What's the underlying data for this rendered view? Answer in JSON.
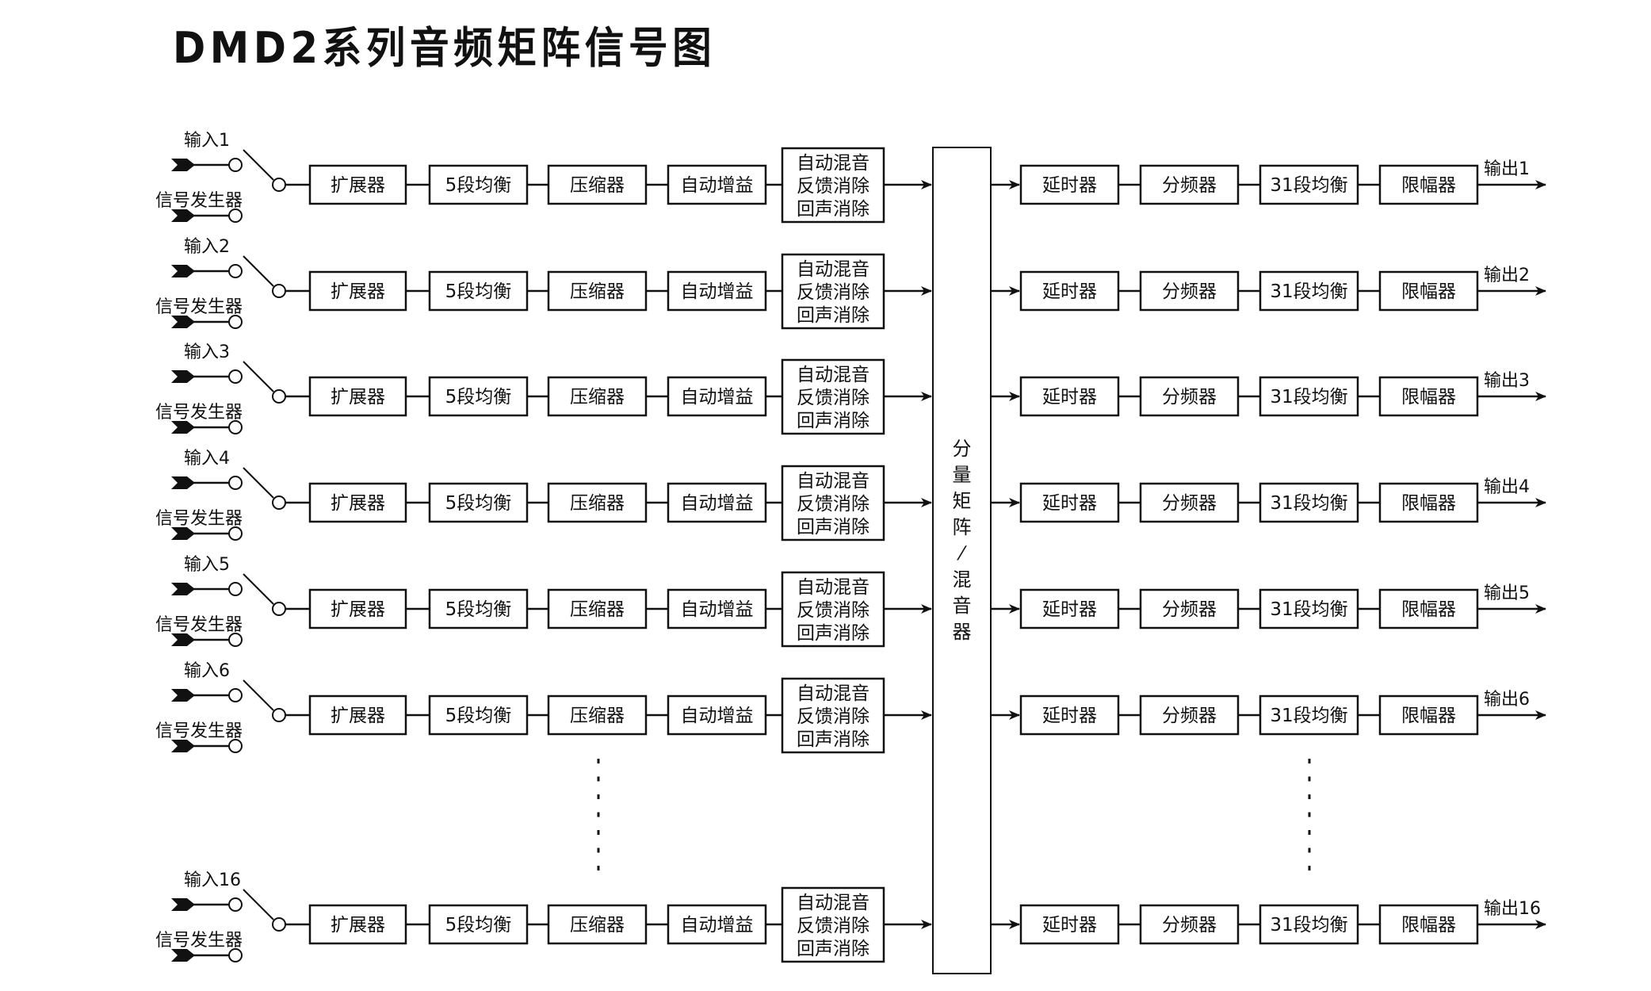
{
  "title": "DMD2系列音频矩阵信号图",
  "matrix_label": "分量矩阵/混音器",
  "input_labels": [
    "输入1",
    "输入2",
    "输入3",
    "输入4",
    "输入5",
    "输入6",
    "输入16"
  ],
  "generator_label": "信号发生器",
  "output_labels": [
    "输出1",
    "输出2",
    "输出3",
    "输出4",
    "输出5",
    "输出6",
    "输出16"
  ],
  "input_chain": [
    "扩展器",
    "5段均衡",
    "压缩器",
    "自动增益"
  ],
  "aec_lines": [
    "自动混音",
    "反馈消除",
    "回声消除"
  ],
  "output_chain": [
    "延时器",
    "分频器",
    "31段均衡",
    "限幅器"
  ],
  "ellipsis_rows": "7-15",
  "colors": {
    "line": "#111111",
    "background": "#ffffff"
  }
}
